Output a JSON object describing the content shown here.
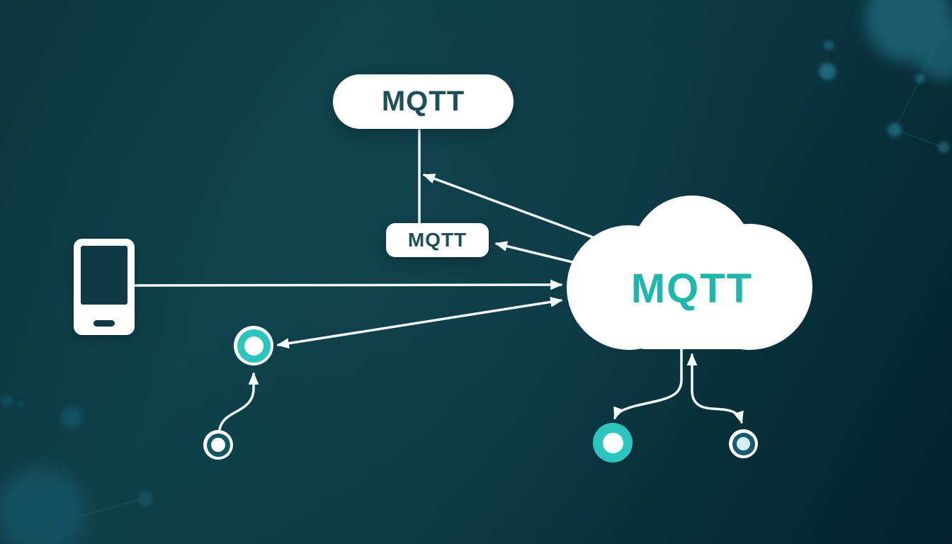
{
  "diagram": {
    "nodes": {
      "topic_pill": {
        "label": "MQTT"
      },
      "message_box": {
        "label": "MQTT"
      },
      "broker_cloud": {
        "label": "MQTT"
      }
    },
    "icons": {
      "phone": "smartphone-icon",
      "cloud": "cloud-icon",
      "clients": [
        "teal-ring-node",
        "small-ring-node-left",
        "teal-donut-node",
        "small-ring-node-right"
      ]
    },
    "colors": {
      "background_top": "#0e4049",
      "background_bottom": "#05222e",
      "node_fill": "#ffffff",
      "accent_teal": "#1fb6ae",
      "client_teal": "#2cc5bd",
      "label_dark": "#1d4f58",
      "wire": "#f4fafa"
    }
  }
}
